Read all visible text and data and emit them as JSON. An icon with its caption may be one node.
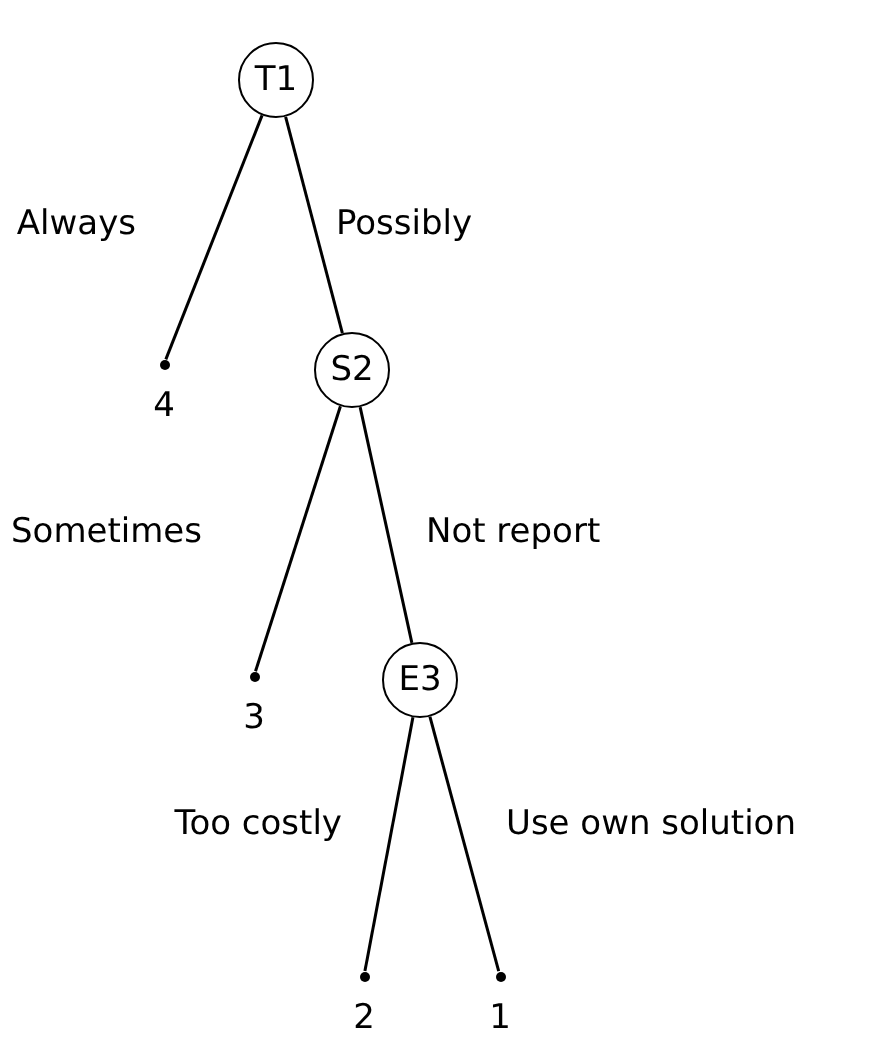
{
  "diagram": {
    "nodes": [
      {
        "text": [
          "T1"
        ]
      },
      {
        "text": [
          "4"
        ]
      },
      {
        "text": [
          "S2"
        ]
      },
      {
        "text": [
          "3"
        ]
      },
      {
        "text": [
          "E3"
        ]
      },
      {
        "text": [
          "2"
        ]
      },
      {
        "text": [
          "1"
        ]
      }
    ],
    "edges": [
      {
        "from": 0,
        "to": 1,
        "arrow": "none",
        "label": "Always"
      },
      {
        "from": 0,
        "to": 2,
        "arrow": "none",
        "label": "Possibly"
      },
      {
        "from": 2,
        "to": 3,
        "arrow": "none",
        "label": "Sometimes"
      },
      {
        "from": 2,
        "to": 4,
        "arrow": "none",
        "label": "Not report"
      },
      {
        "from": 4,
        "to": 5,
        "arrow": "none",
        "label": "Too costly"
      },
      {
        "from": 4,
        "to": 6,
        "arrow": "none",
        "label": "Use own solution"
      }
    ]
  }
}
